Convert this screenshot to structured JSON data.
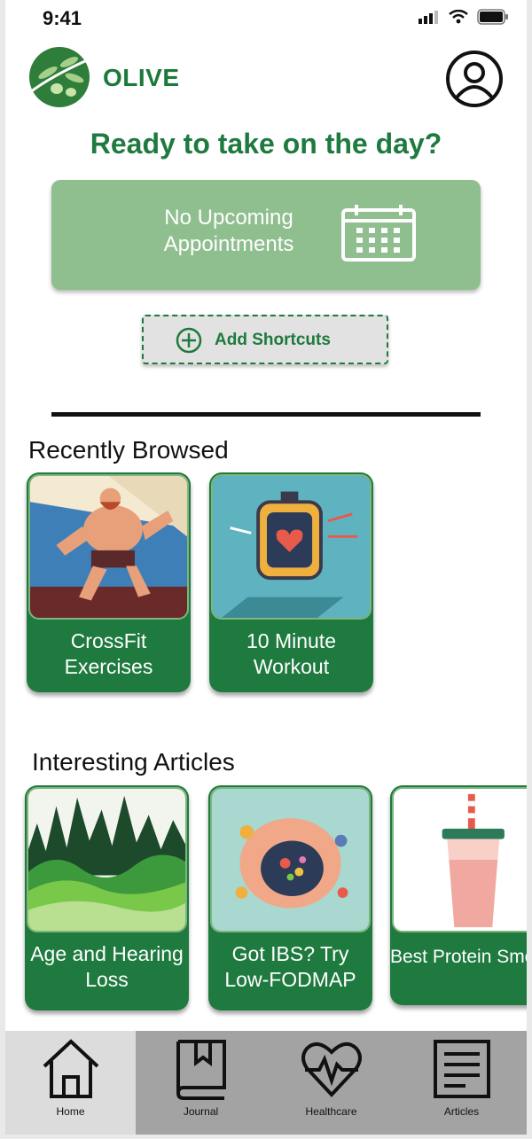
{
  "status_bar": {
    "time": "9:41"
  },
  "header": {
    "brand": "OLIVE"
  },
  "greeting": "Ready to take on the day?",
  "appointments": {
    "text": "No Upcoming Appointments"
  },
  "shortcuts": {
    "label": "Add Shortcuts"
  },
  "recently_browsed": {
    "title": "Recently Browsed",
    "items": [
      {
        "label": "CrossFit Exercises"
      },
      {
        "label": "10 Minute Workout"
      }
    ]
  },
  "interesting_articles": {
    "title": "Interesting Articles",
    "items": [
      {
        "label": "Age and Hearing Loss"
      },
      {
        "label": "Got IBS? Try Low-FODMAP"
      },
      {
        "label": "Best Protein Smoothies"
      }
    ]
  },
  "nav": {
    "items": [
      {
        "label": "Home",
        "icon": "home-icon",
        "active": true
      },
      {
        "label": "Journal",
        "icon": "journal-icon",
        "active": false
      },
      {
        "label": "Healthcare",
        "icon": "heart-pulse-icon",
        "active": false
      },
      {
        "label": "Articles",
        "icon": "articles-icon",
        "active": false
      }
    ]
  },
  "colors": {
    "brand_green": "#1e7a3e",
    "appointment_bg": "#8fbf8f",
    "nav_bg": "#a3a3a3"
  }
}
